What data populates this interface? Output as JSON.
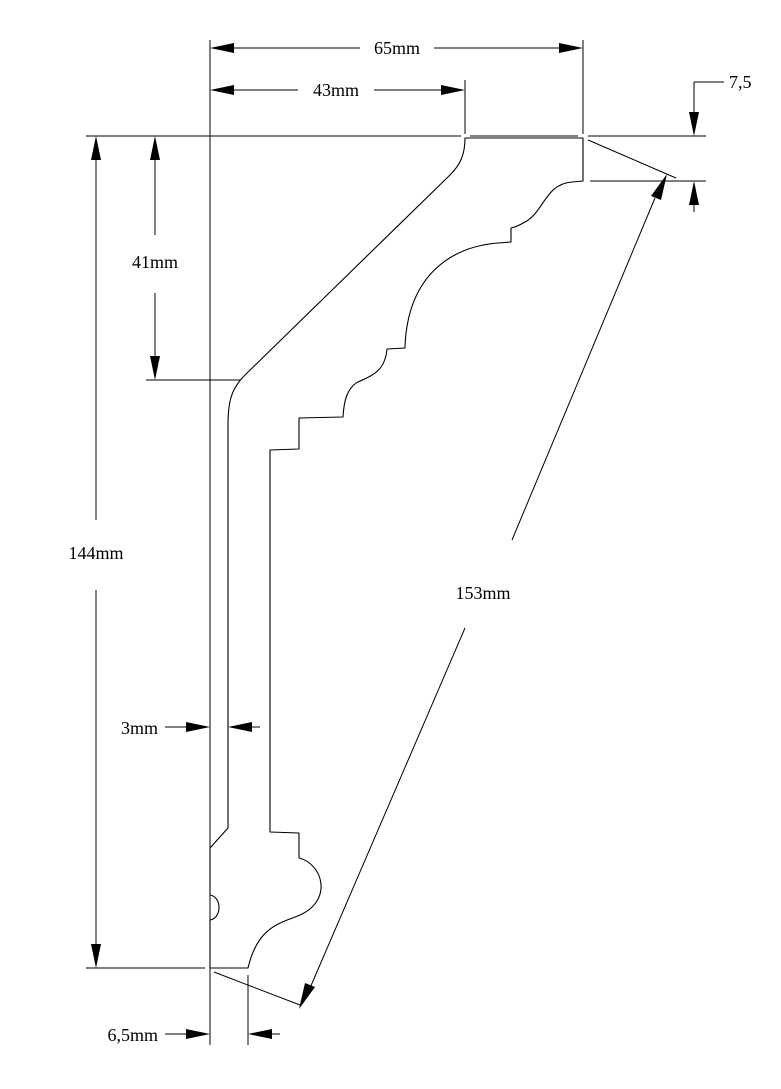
{
  "drawing": {
    "title": "",
    "dimensions": {
      "width_total": "65mm",
      "width_top": "43mm",
      "top_offset": "7,5",
      "height_upper": "41mm",
      "height_total": "144mm",
      "diagonal": "153mm",
      "wall_thickness": "3mm",
      "base_offset": "6,5mm"
    },
    "colors": {
      "line": "#000000",
      "background": "#ffffff"
    }
  }
}
